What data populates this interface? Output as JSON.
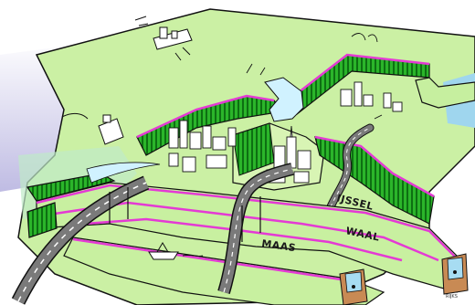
{
  "labels": {
    "river_ijssel": "IJSSEL",
    "river_waal": "WAAL",
    "river_maas": "MAAS"
  },
  "signature": "RIJKS",
  "colors": {
    "land": "#c8f0a0",
    "sky": "#c4c0e6",
    "water": "#d0f2ff",
    "dike_green": "#21a31f",
    "dike_stripe": "#0b6d10",
    "magenta": "#e43ad4",
    "road": "#777777",
    "sea": "#9bd4ee"
  }
}
